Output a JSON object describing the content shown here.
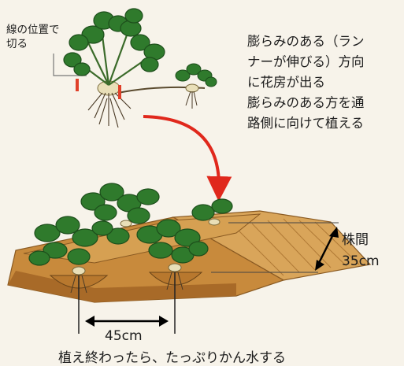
{
  "cut_label": [
    "線の位置で",
    "切る"
  ],
  "note_lines": [
    "膨らみのある（ラン",
    "ナーが伸びる）方向",
    "に花房が出る",
    "膨らみのある方を通",
    "路側に向けて植える"
  ],
  "plant_spacing": {
    "label": "株間",
    "value": "35cm"
  },
  "row_spacing": {
    "value": "45cm"
  },
  "footer": "植え終わったら、たっぷりかん水する",
  "colors": {
    "soil": "#c88a3c",
    "soil_dark": "#a86a28",
    "leaf": "#2f7a2c",
    "leaf_dark": "#1d4e1b",
    "cut_mark": "#e0402a",
    "arrow": "#e0281c"
  }
}
